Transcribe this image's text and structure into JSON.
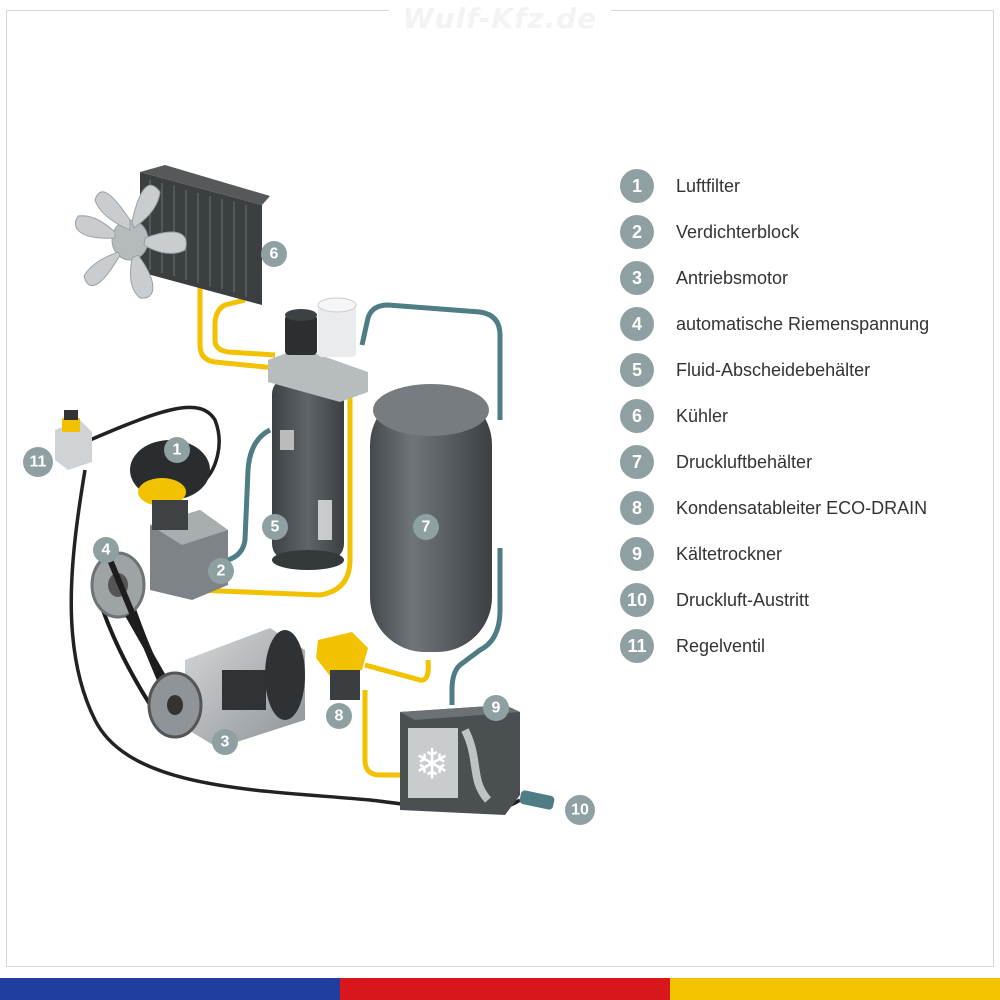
{
  "watermark": "Wulf-Kfz.de",
  "legend": {
    "items": [
      {
        "num": "1",
        "label": "Luftfilter"
      },
      {
        "num": "2",
        "label": "Verdichterblock"
      },
      {
        "num": "3",
        "label": "Antriebsmotor"
      },
      {
        "num": "4",
        "label": "automatische Riemenspannung"
      },
      {
        "num": "5",
        "label": "Fluid-Abscheidebehälter"
      },
      {
        "num": "6",
        "label": "Kühler"
      },
      {
        "num": "7",
        "label": "Druckluftbehälter"
      },
      {
        "num": "8",
        "label": "Kondensatableiter ECO-DRAIN"
      },
      {
        "num": "9",
        "label": "Kältetrockner"
      },
      {
        "num": "10",
        "label": "Druckluft-Austritt"
      },
      {
        "num": "11",
        "label": "Regelventil"
      }
    ]
  },
  "colors": {
    "callout": "#8fa0a3",
    "oil_line": "#f2c200",
    "air_line": "#4e7d86",
    "tank": "#5a6064",
    "stripe_blue": "#1f3f9e",
    "stripe_red": "#d9161b",
    "stripe_yellow": "#f5c400"
  }
}
